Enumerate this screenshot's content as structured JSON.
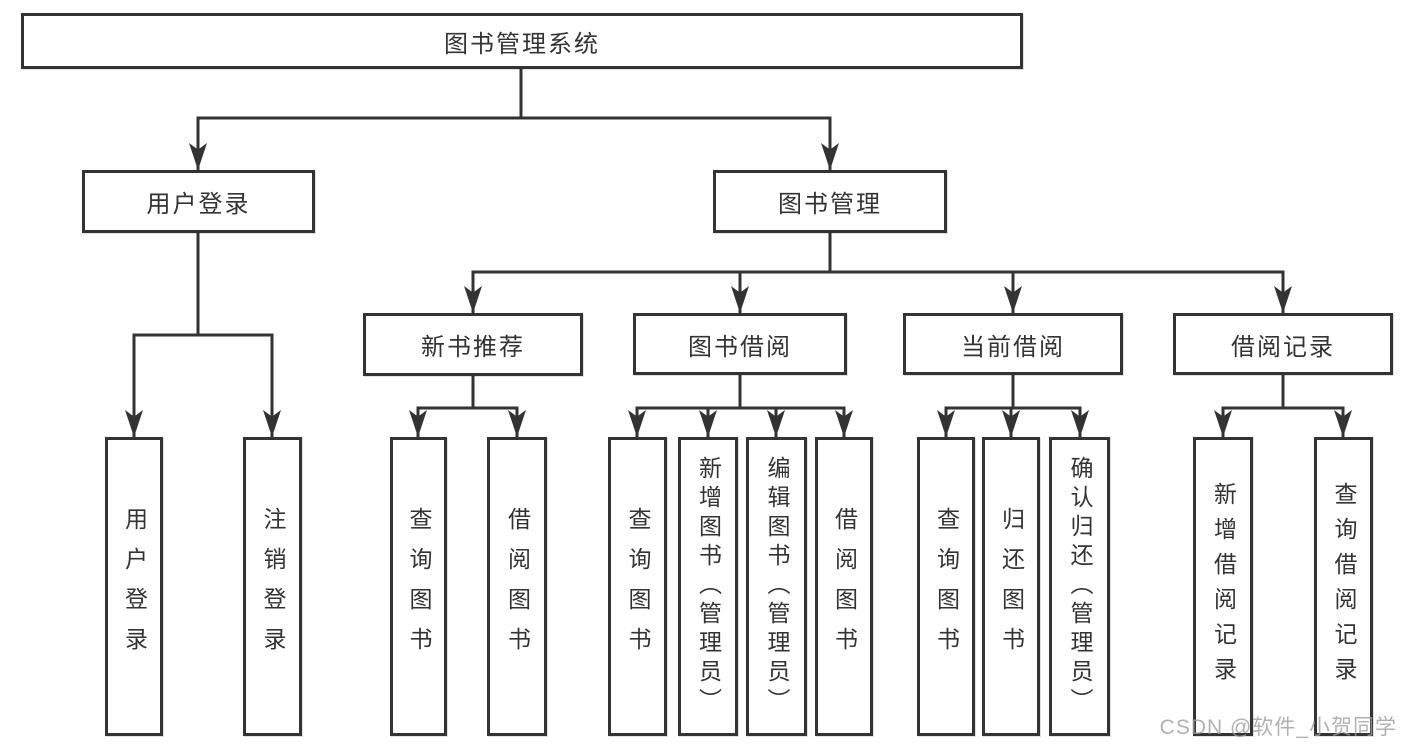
{
  "diagram": {
    "root": {
      "label": "图书管理系统"
    },
    "level2": {
      "user_login": {
        "label": "用户登录"
      },
      "book_management": {
        "label": "图书管理"
      }
    },
    "level3": {
      "new_book_recommend": {
        "label": "新书推荐"
      },
      "book_borrow": {
        "label": "图书借阅"
      },
      "current_borrow": {
        "label": "当前借阅"
      },
      "borrow_record": {
        "label": "借阅记录"
      }
    },
    "leaves": {
      "user_login": {
        "login": {
          "label": "用户登录"
        },
        "logout": {
          "label": "注销登录"
        }
      },
      "new_book_recommend": {
        "query_books": {
          "label": "查询图书"
        },
        "borrow_books": {
          "label": "借阅图书"
        }
      },
      "book_borrow": {
        "query_books": {
          "label": "查询图书"
        },
        "add_books": {
          "label": "新增图书（管理员）"
        },
        "edit_books": {
          "label": "编辑图书（管理员）"
        },
        "borrow_books": {
          "label": "借阅图书"
        }
      },
      "current_borrow": {
        "query_books": {
          "label": "查询图书"
        },
        "return_books": {
          "label": "归还图书"
        },
        "confirm_return": {
          "label": "确认归还（管理员）"
        }
      },
      "borrow_record": {
        "add_record": {
          "label": "新增借阅记录"
        },
        "query_record": {
          "label": "查询借阅记录"
        }
      }
    },
    "watermark": "CSDN @软件_小贺同学",
    "colors": {
      "line": "#333333",
      "box_border": "#333333",
      "text": "#333333",
      "background": "#ffffff",
      "watermark": "#9e9e9e"
    }
  }
}
